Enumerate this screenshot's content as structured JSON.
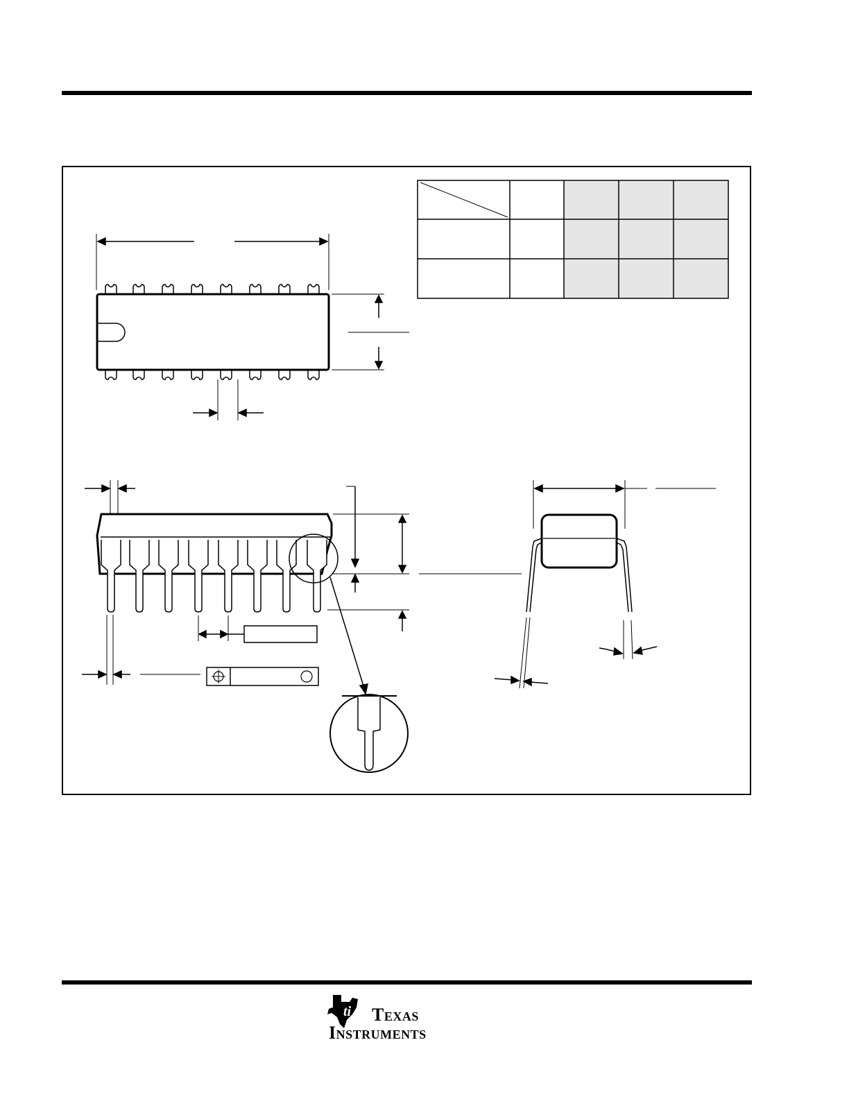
{
  "logo": {
    "name": "Texas Instruments",
    "line1": "Texas",
    "line2": "Instruments"
  },
  "colors": {
    "ink": "#000000",
    "table_shade": "#e6e6e6",
    "paper": "#ffffff"
  }
}
